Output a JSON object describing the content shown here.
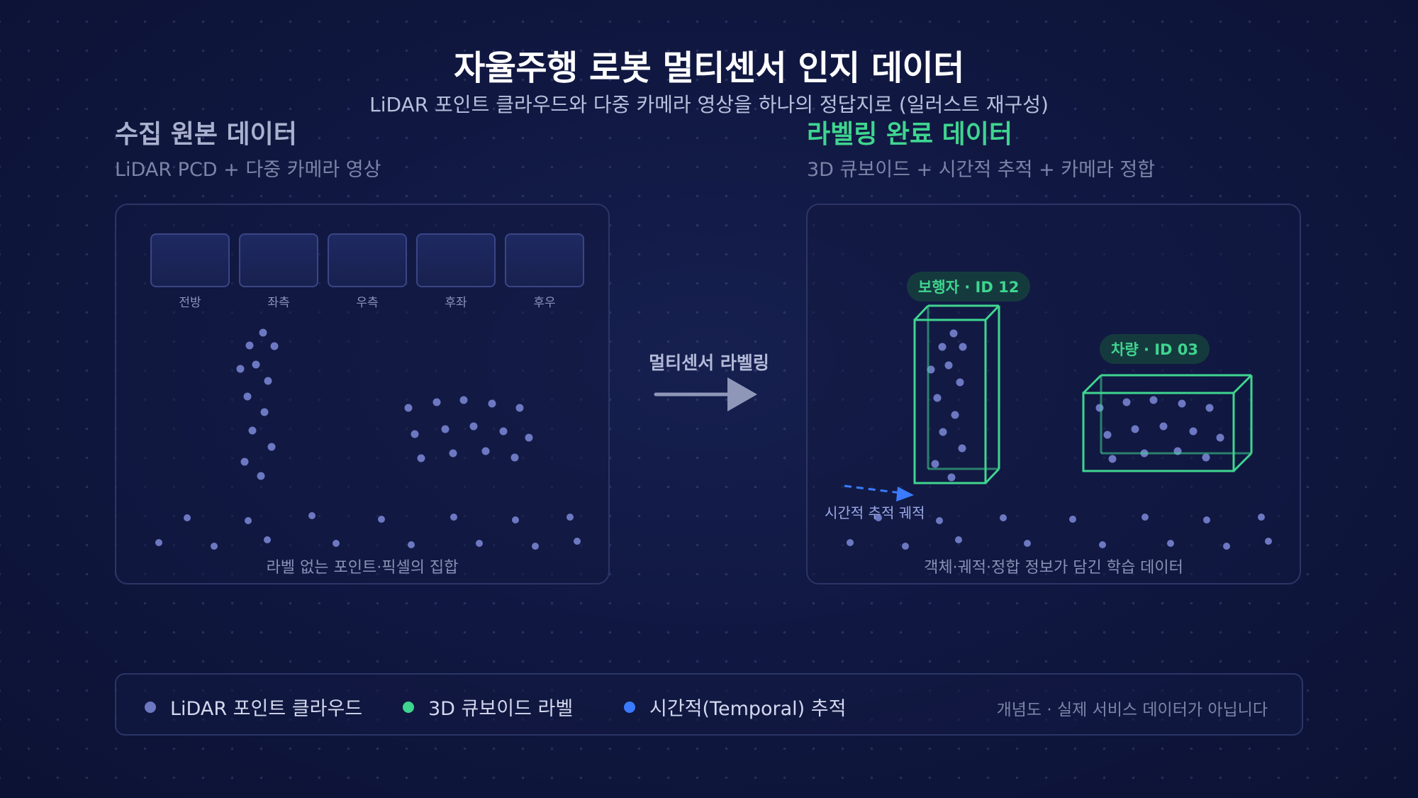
{
  "title": "자율주행 로봇 멀티센서 인지 데이터",
  "subtitle": "LiDAR 포인트 클라우드와 다중 카메라 영상을 하나의 정답지로 (일러스트 재구성)",
  "colors": {
    "lidar": "#6d78c2",
    "cuboid": "#3fd58f",
    "temporal": "#3a7bff",
    "accent_green": "#3fd58f"
  },
  "left": {
    "title": "수집 원본 데이터",
    "subtitle": "LiDAR PCD + 다중 카메라 영상",
    "cameras": [
      "전방",
      "좌측",
      "우측",
      "후좌",
      "후우"
    ],
    "caption": "라벨 없는 포인트·픽셀의 집합"
  },
  "arrow": {
    "label": "멀티센서 라벨링"
  },
  "right": {
    "title": "라벨링 완료 데이터",
    "subtitle": "3D 큐보이드 + 시간적 추적 + 카메라 정합",
    "pedestrian_tag": "보행자 · ID 12",
    "vehicle_tag": "차량 · ID 03",
    "track_label": "시간적 추적 궤적",
    "caption": "객체·궤적·정합 정보가 담긴 학습 데이터"
  },
  "legend": {
    "items": [
      {
        "label": "LiDAR 포인트 클라우드",
        "color": "#6d78c2"
      },
      {
        "label": "3D 큐보이드 라벨",
        "color": "#3fd58f"
      },
      {
        "label": "시간적(Temporal) 추적",
        "color": "#3a7bff"
      }
    ],
    "note": "개념도 · 실제 서비스 데이터가 아닙니다"
  }
}
